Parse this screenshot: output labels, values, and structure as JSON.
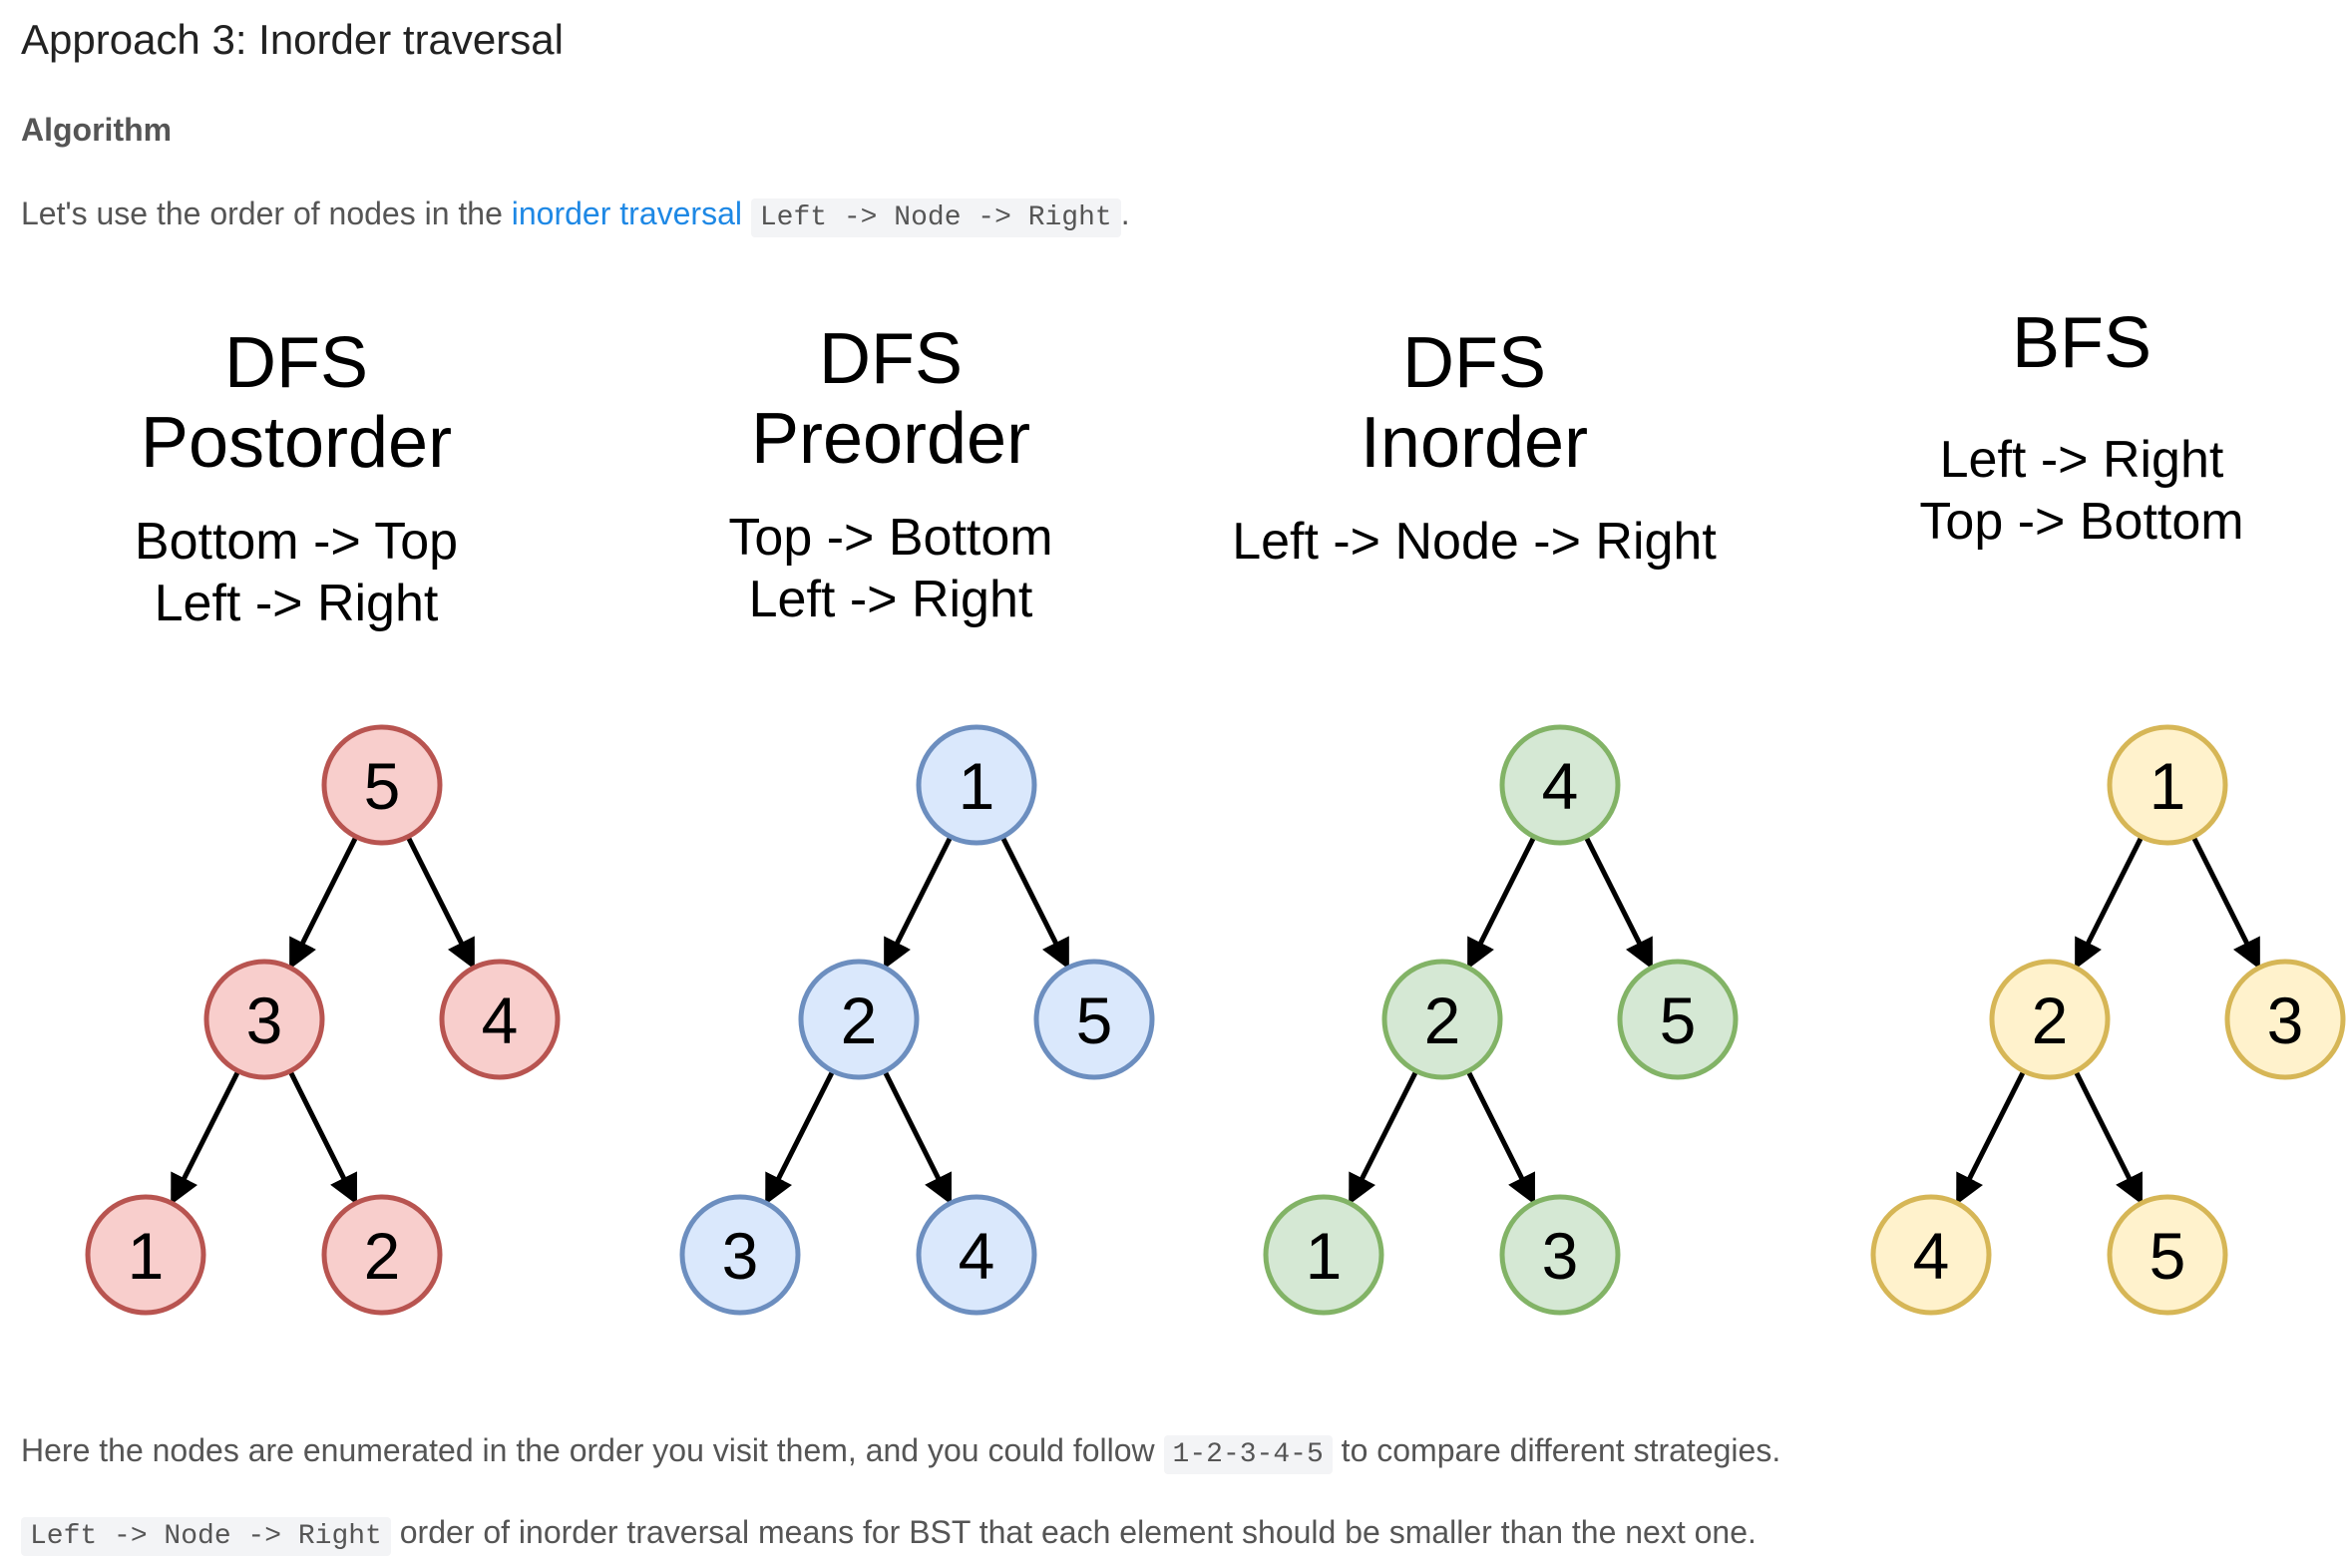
{
  "heading": "Approach 3: Inorder traversal",
  "subheading": "Algorithm",
  "intro": {
    "text_before": "Let's use the order of nodes in the",
    "link": "inorder traversal",
    "code": "Left -> Node -> Right",
    "text_after": "."
  },
  "panels": [
    {
      "title1": "DFS",
      "title2": "Postorder",
      "desc": [
        "Bottom -> Top",
        "Left -> Right"
      ],
      "nodes": [
        "5",
        "3",
        "4",
        "1",
        "2"
      ],
      "fill": "#f8cecc",
      "stroke": "#b85450"
    },
    {
      "title1": "DFS",
      "title2": "Preorder",
      "desc": [
        "Top -> Bottom",
        "Left -> Right"
      ],
      "nodes": [
        "1",
        "2",
        "5",
        "3",
        "4"
      ],
      "fill": "#dae8fc",
      "stroke": "#6c8ebf"
    },
    {
      "title1": "DFS",
      "title2": "Inorder",
      "desc": [
        "Left -> Node -> Right"
      ],
      "nodes": [
        "4",
        "2",
        "5",
        "1",
        "3"
      ],
      "fill": "#d5e8d4",
      "stroke": "#82b366"
    },
    {
      "title1": "BFS",
      "title2": "",
      "desc": [
        "Left -> Right",
        "Top -> Bottom"
      ],
      "nodes": [
        "1",
        "2",
        "3",
        "4",
        "5"
      ],
      "fill": "#fff2cc",
      "stroke": "#d6b656"
    }
  ],
  "footer1": {
    "text_before": "Here the nodes are enumerated in the order you visit them, and you could follow",
    "code": "1-2-3-4-5",
    "text_after": "to compare different strategies."
  },
  "footer2": {
    "code": "Left -> Node -> Right",
    "text_after": "order of inorder traversal means for BST that each element should be smaller than the next one."
  }
}
